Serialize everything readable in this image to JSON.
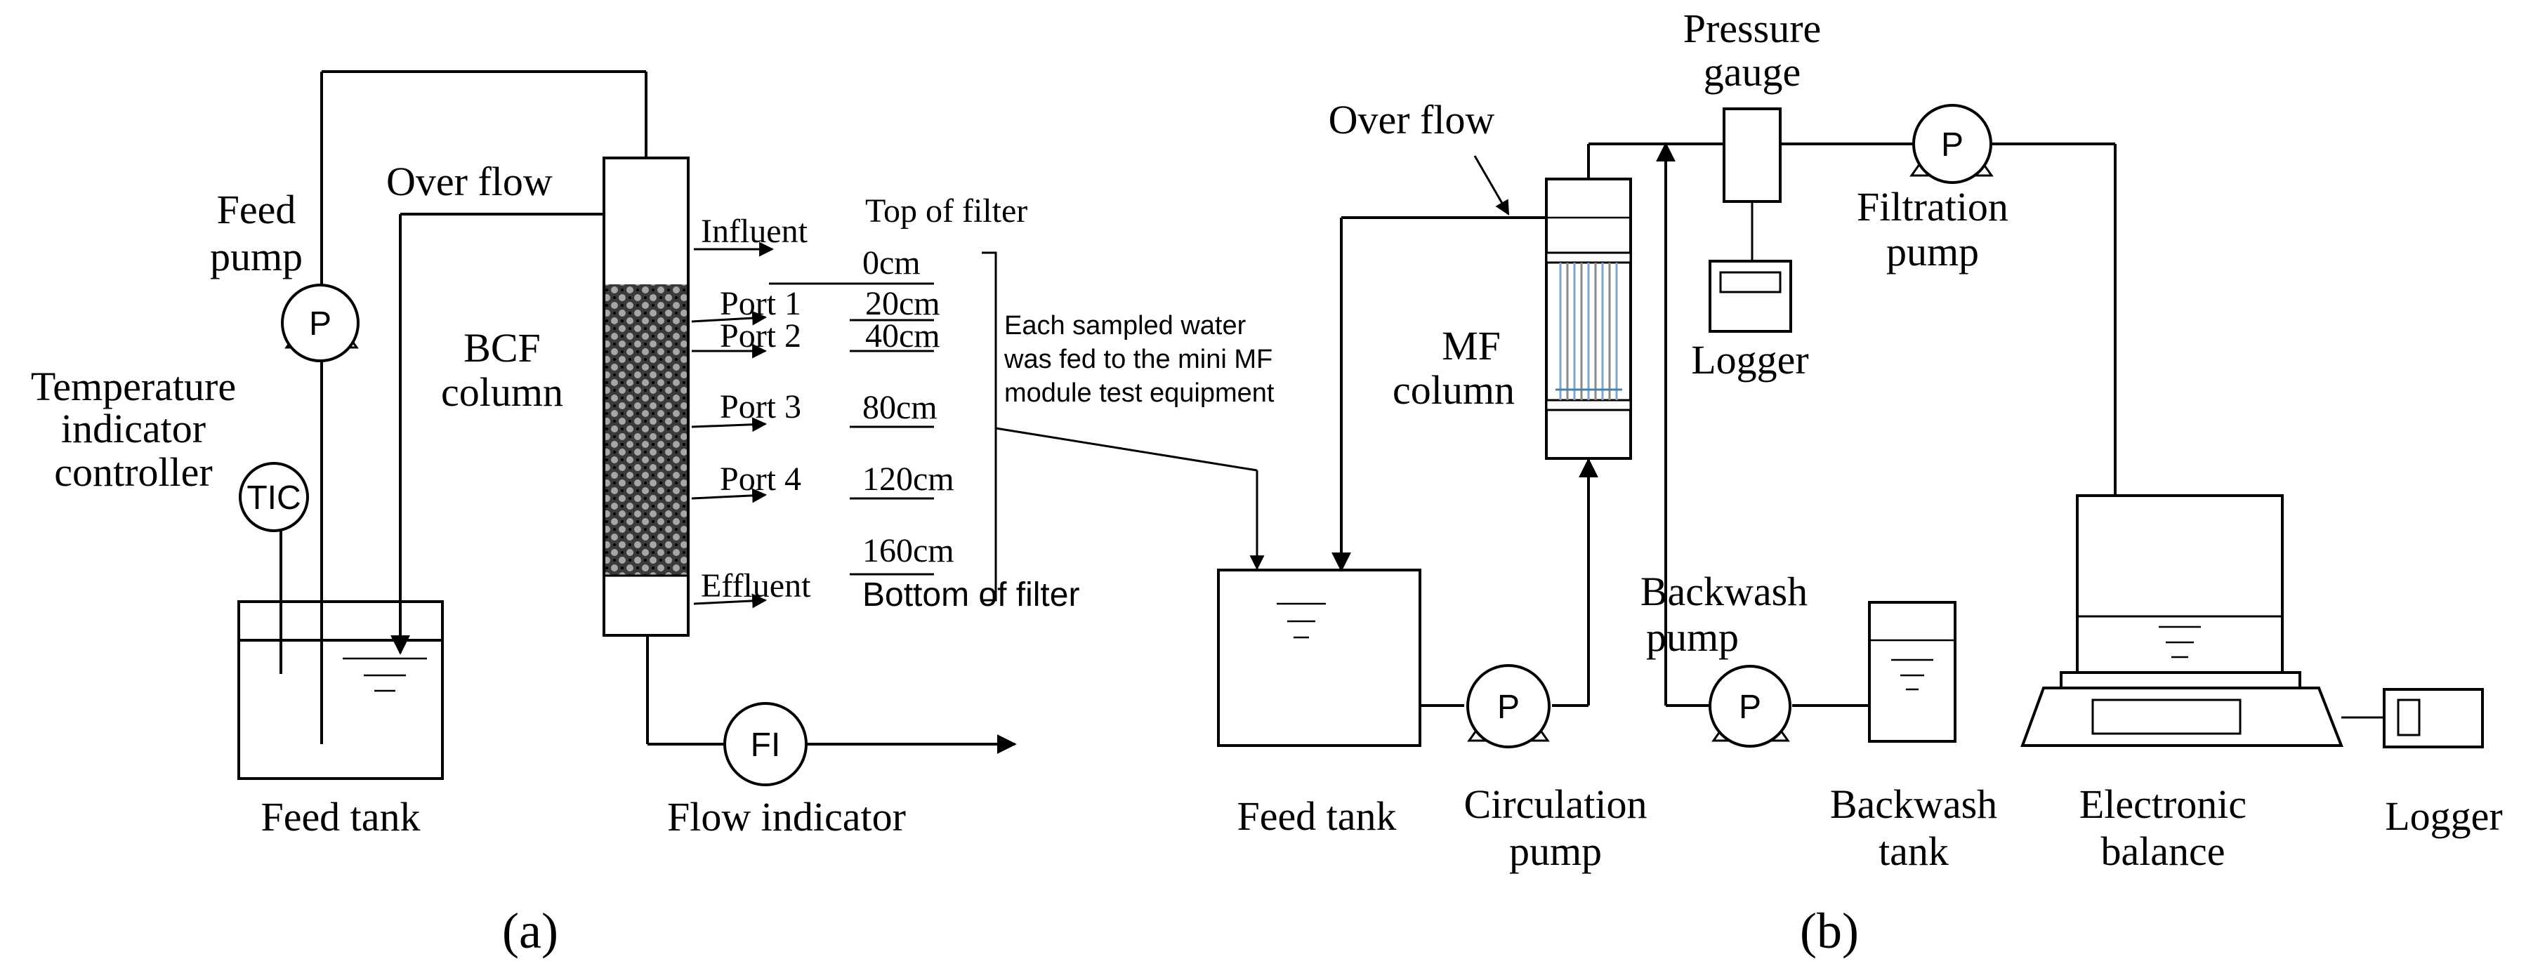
{
  "panel_a": {
    "feed_pump": [
      "Feed",
      "pump"
    ],
    "over_flow": "Over flow",
    "temperature_controller": [
      "Temperature",
      "indicator",
      "controller"
    ],
    "tic_symbol": "TIC",
    "pump_symbol": "P",
    "bcf_column": [
      "BCF",
      "column"
    ],
    "influent": "Influent",
    "effluent": "Effluent",
    "top_of_filter": "Top of filter",
    "bottom_of_filter": "Bottom of filter",
    "ports": [
      "Port 1",
      "Port 2",
      "Port 3",
      "Port 4"
    ],
    "depths": [
      "0cm",
      "20cm",
      "40cm",
      "80cm",
      "120cm",
      "160cm"
    ],
    "sampling_note": [
      "Each sampled water",
      "was fed to the mini MF",
      "module test equipment"
    ],
    "fi_symbol": "FI",
    "flow_indicator": "Flow indicator",
    "feed_tank": "Feed tank",
    "panel_label": "(a)"
  },
  "panel_b": {
    "over_flow": "Over flow",
    "pressure_gauge": [
      "Pressure",
      "gauge"
    ],
    "filtration_pump": [
      "Filtration",
      "pump"
    ],
    "logger_top": "Logger",
    "mf_column": [
      "MF",
      "column"
    ],
    "backwash_pump": [
      "Backwash",
      "pump"
    ],
    "feed_tank": "Feed tank",
    "circulation_pump": [
      "Circulation",
      "pump"
    ],
    "backwash_tank": [
      "Backwash",
      "tank"
    ],
    "electronic_balance": [
      "Electronic",
      "balance"
    ],
    "logger_right": "Logger",
    "pump_symbol": "P",
    "panel_label": "(b)"
  }
}
